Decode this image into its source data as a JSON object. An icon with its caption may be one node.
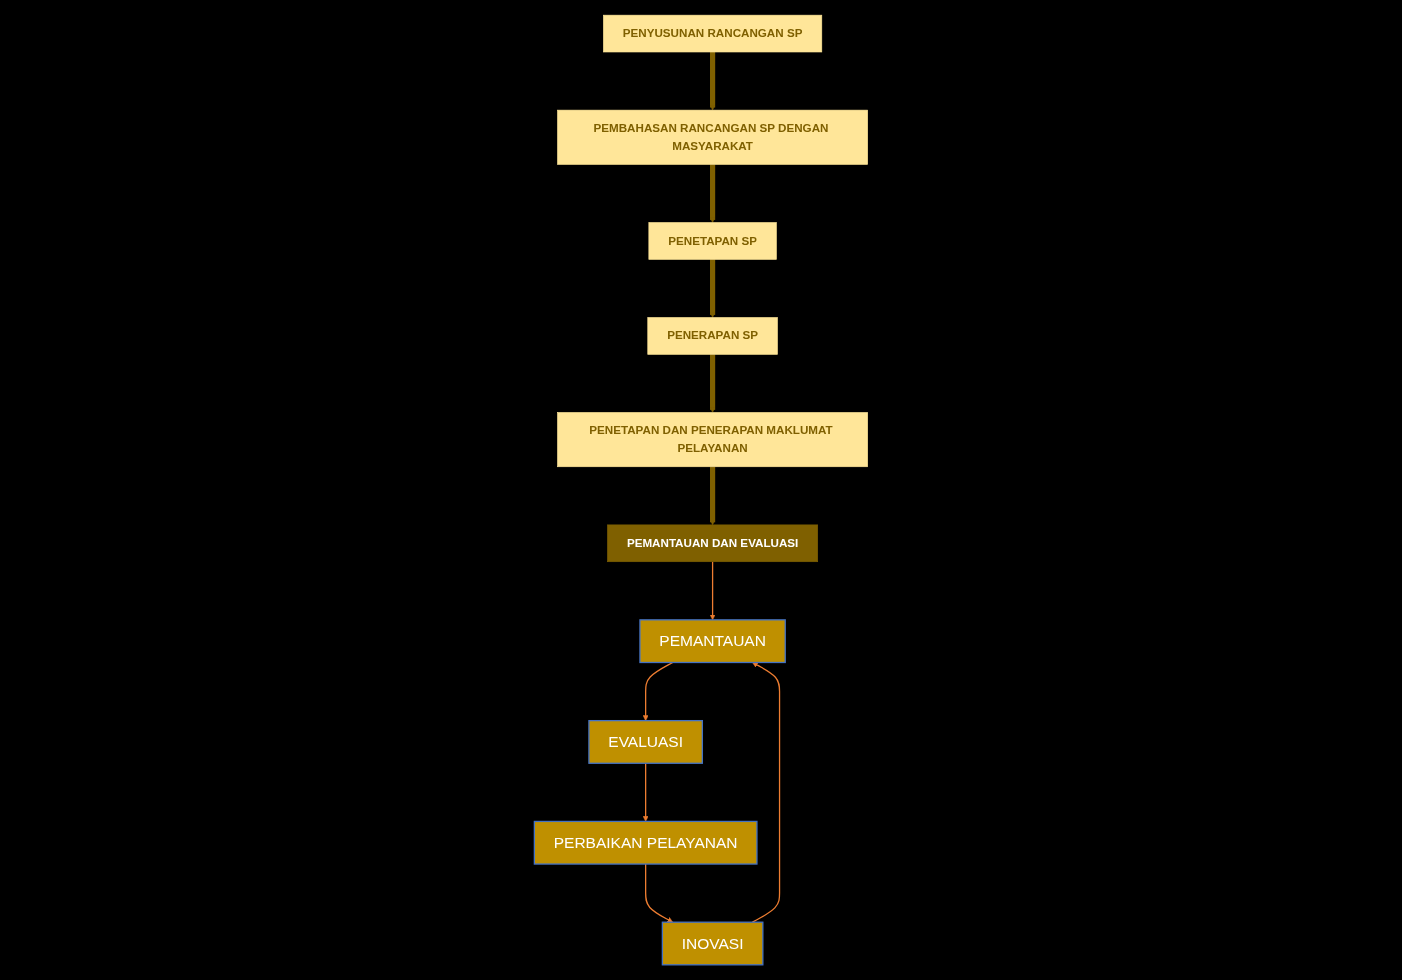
{
  "diagram": {
    "nodes": [
      {
        "text": [
          "PENYUSUNAN RANCANGAN SP"
        ]
      },
      {
        "text": [
          "PEMBAHASAN RANCANGAN SP DENGAN MASYARAKAT"
        ]
      },
      {
        "text": [
          "PENETAPAN SP"
        ]
      },
      {
        "text": [
          "PENERAPAN SP"
        ]
      },
      {
        "text": [
          "PENETAPAN DAN PENERAPAN MAKLUMAT PELAYANAN"
        ]
      },
      {
        "text": [
          "PEMANTAUAN DAN EVALUASI"
        ]
      },
      {
        "text": [
          "PEMANTAUAN"
        ]
      },
      {
        "text": [
          "EVALUASI"
        ]
      },
      {
        "text": [
          "PERBAIKAN PELAYANAN"
        ]
      },
      {
        "text": [
          "INOVASI"
        ]
      }
    ],
    "edges": [
      {
        "from": 0,
        "to": 1,
        "arrow": "to",
        "style": "thick",
        "color": "#7f6000"
      },
      {
        "from": 1,
        "to": 2,
        "arrow": "to",
        "style": "thick",
        "color": "#7f6000"
      },
      {
        "from": 2,
        "to": 3,
        "arrow": "to",
        "style": "thick",
        "color": "#7f6000"
      },
      {
        "from": 3,
        "to": 4,
        "arrow": "to",
        "style": "thick",
        "color": "#7f6000"
      },
      {
        "from": 4,
        "to": 5,
        "arrow": "to",
        "style": "thick",
        "color": "#7f6000"
      },
      {
        "from": 5,
        "to": 6,
        "arrow": "to",
        "color": "#ed7d31"
      },
      {
        "from": 6,
        "to": 7,
        "arrow": "to",
        "color": "#ed7d31"
      },
      {
        "from": 7,
        "to": 8,
        "arrow": "to",
        "color": "#ed7d31"
      },
      {
        "from": 8,
        "to": 9,
        "arrow": "to",
        "color": "#ed7d31"
      },
      {
        "from": 9,
        "to": 6,
        "arrow": "to",
        "color": "#ed7d31"
      }
    ]
  }
}
